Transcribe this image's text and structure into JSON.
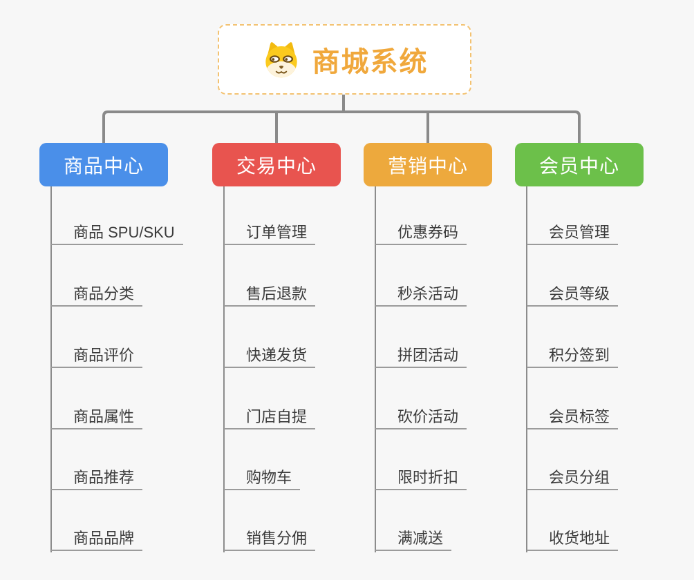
{
  "root": {
    "label": "商城系统",
    "icon": "dog-face-icon"
  },
  "branches": [
    {
      "label": "商品中心",
      "color": "#4a8fe9",
      "children": [
        "商品 SPU/SKU",
        "商品分类",
        "商品评价",
        "商品属性",
        "商品推荐",
        "商品品牌"
      ]
    },
    {
      "label": "交易中心",
      "color": "#e8544f",
      "children": [
        "订单管理",
        "售后退款",
        "快递发货",
        "门店自提",
        "购物车",
        "销售分佣"
      ]
    },
    {
      "label": "营销中心",
      "color": "#eda93d",
      "children": [
        "优惠券码",
        "秒杀活动",
        "拼团活动",
        "砍价活动",
        "限时折扣",
        "满减送"
      ]
    },
    {
      "label": "会员中心",
      "color": "#6cc04a",
      "children": [
        "会员管理",
        "会员等级",
        "积分签到",
        "会员标签",
        "会员分组",
        "收货地址"
      ]
    }
  ],
  "style": {
    "background": "#f7f7f7",
    "connector_color": "#8a8a8a",
    "leaf_line_color": "#9b9b9b",
    "leaf_text_color": "#3b3b3b",
    "root_accent_color": "#f0a83c",
    "root_border_color": "#f3c271"
  }
}
